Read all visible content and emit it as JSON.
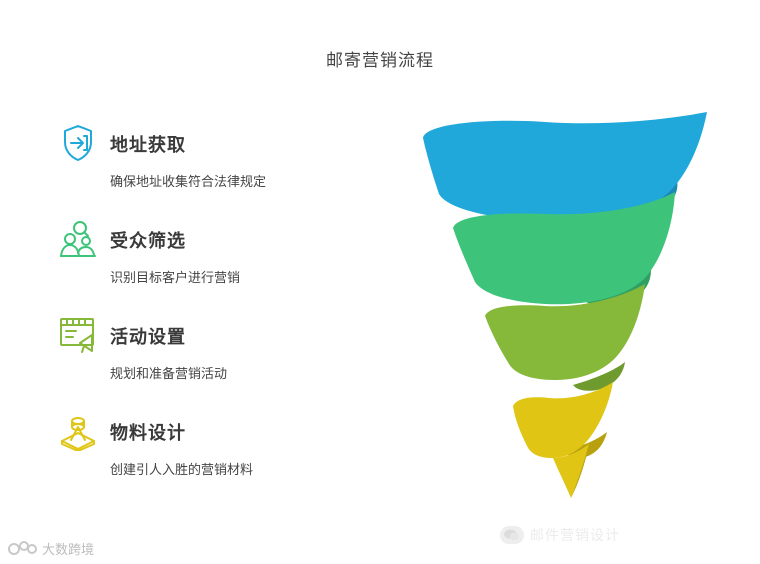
{
  "title": "邮寄营销流程",
  "steps": [
    {
      "heading": "地址获取",
      "description": "确保地址收集符合法律规定",
      "icon": "shield-arrow-icon",
      "color": "#1fa8d9"
    },
    {
      "heading": "受众筛选",
      "description": "识别目标客户进行营销",
      "icon": "audience-search-icon",
      "color": "#3ec47a"
    },
    {
      "heading": "活动设置",
      "description": "规划和准备营销活动",
      "icon": "campaign-board-icon",
      "color": "#86b83a"
    },
    {
      "heading": "物料设计",
      "description": "创建引人入胜的营销材料",
      "icon": "design-tools-icon",
      "color": "#e0c515"
    }
  ],
  "watermark_left": "大数跨境",
  "watermark_right": "邮件营销设计"
}
